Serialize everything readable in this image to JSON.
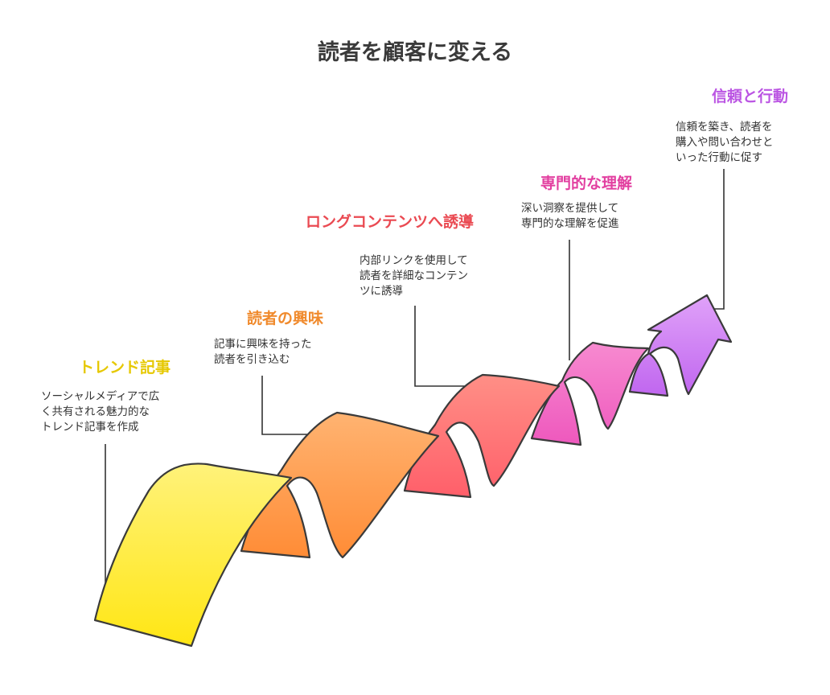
{
  "title": "読者を顧客に変える",
  "stages": [
    {
      "title": "トレンド記事",
      "color": "#e6c800",
      "desc": [
        "ソーシャルメディアで広",
        "く共有される魅力的な",
        "トレンド記事を作成"
      ]
    },
    {
      "title": "読者の興味",
      "color": "#f08a2c",
      "desc": [
        "記事に興味を持った",
        "読者を引き込む"
      ]
    },
    {
      "title": "ロングコンテンツへ誘導",
      "color": "#ea4a52",
      "desc": [
        "内部リンクを使用して",
        "読者を詳細なコンテン",
        "ツに誘導"
      ]
    },
    {
      "title": "専門的な理解",
      "color": "#e23fa0",
      "desc": [
        "深い洞察を提供して",
        "専門的な理解を促進"
      ]
    },
    {
      "title": "信頼と行動",
      "color": "#bb55e3",
      "desc": [
        "信頼を築き、読者を",
        "購入や問い合わせと",
        "いった行動に促す"
      ]
    }
  ]
}
